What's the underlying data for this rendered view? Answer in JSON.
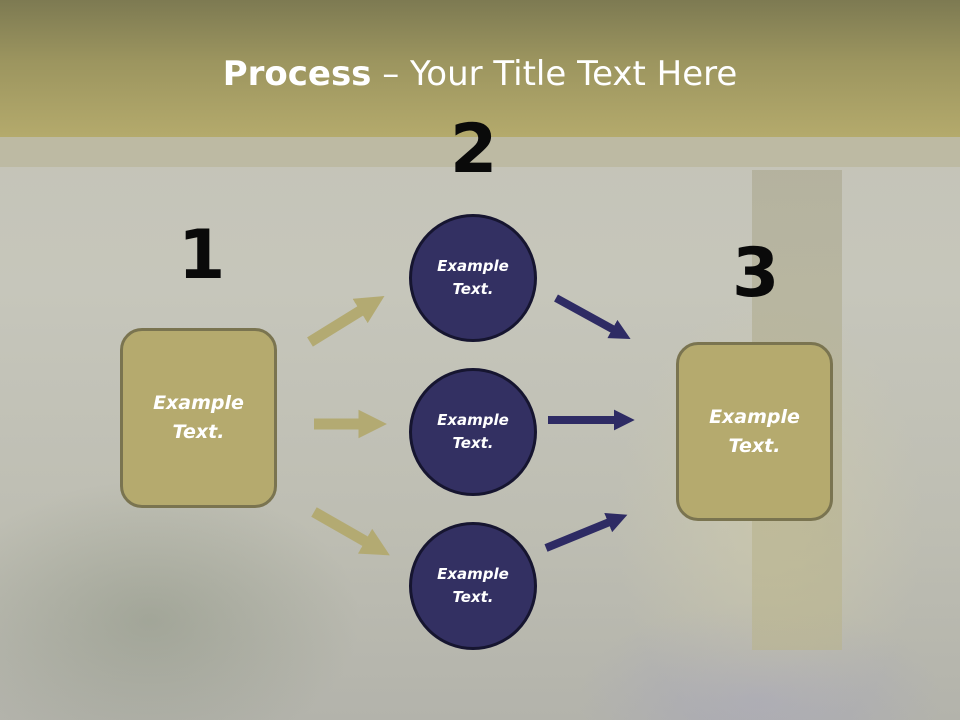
{
  "slide": {
    "title_bold": "Process",
    "title_rest": " – Your Title Text Here"
  },
  "steps": {
    "step1": {
      "number": "1",
      "text": "Example Text."
    },
    "step2": {
      "number": "2",
      "top": "Example Text.",
      "middle": "Example Text.",
      "bottom": "Example Text."
    },
    "step3": {
      "number": "3",
      "text": "Example Text."
    }
  },
  "colors": {
    "gold": "#b5aa6e",
    "navy": "#333062",
    "gold_arrow": "#b3aa72",
    "navy_arrow": "#2e2b64"
  }
}
